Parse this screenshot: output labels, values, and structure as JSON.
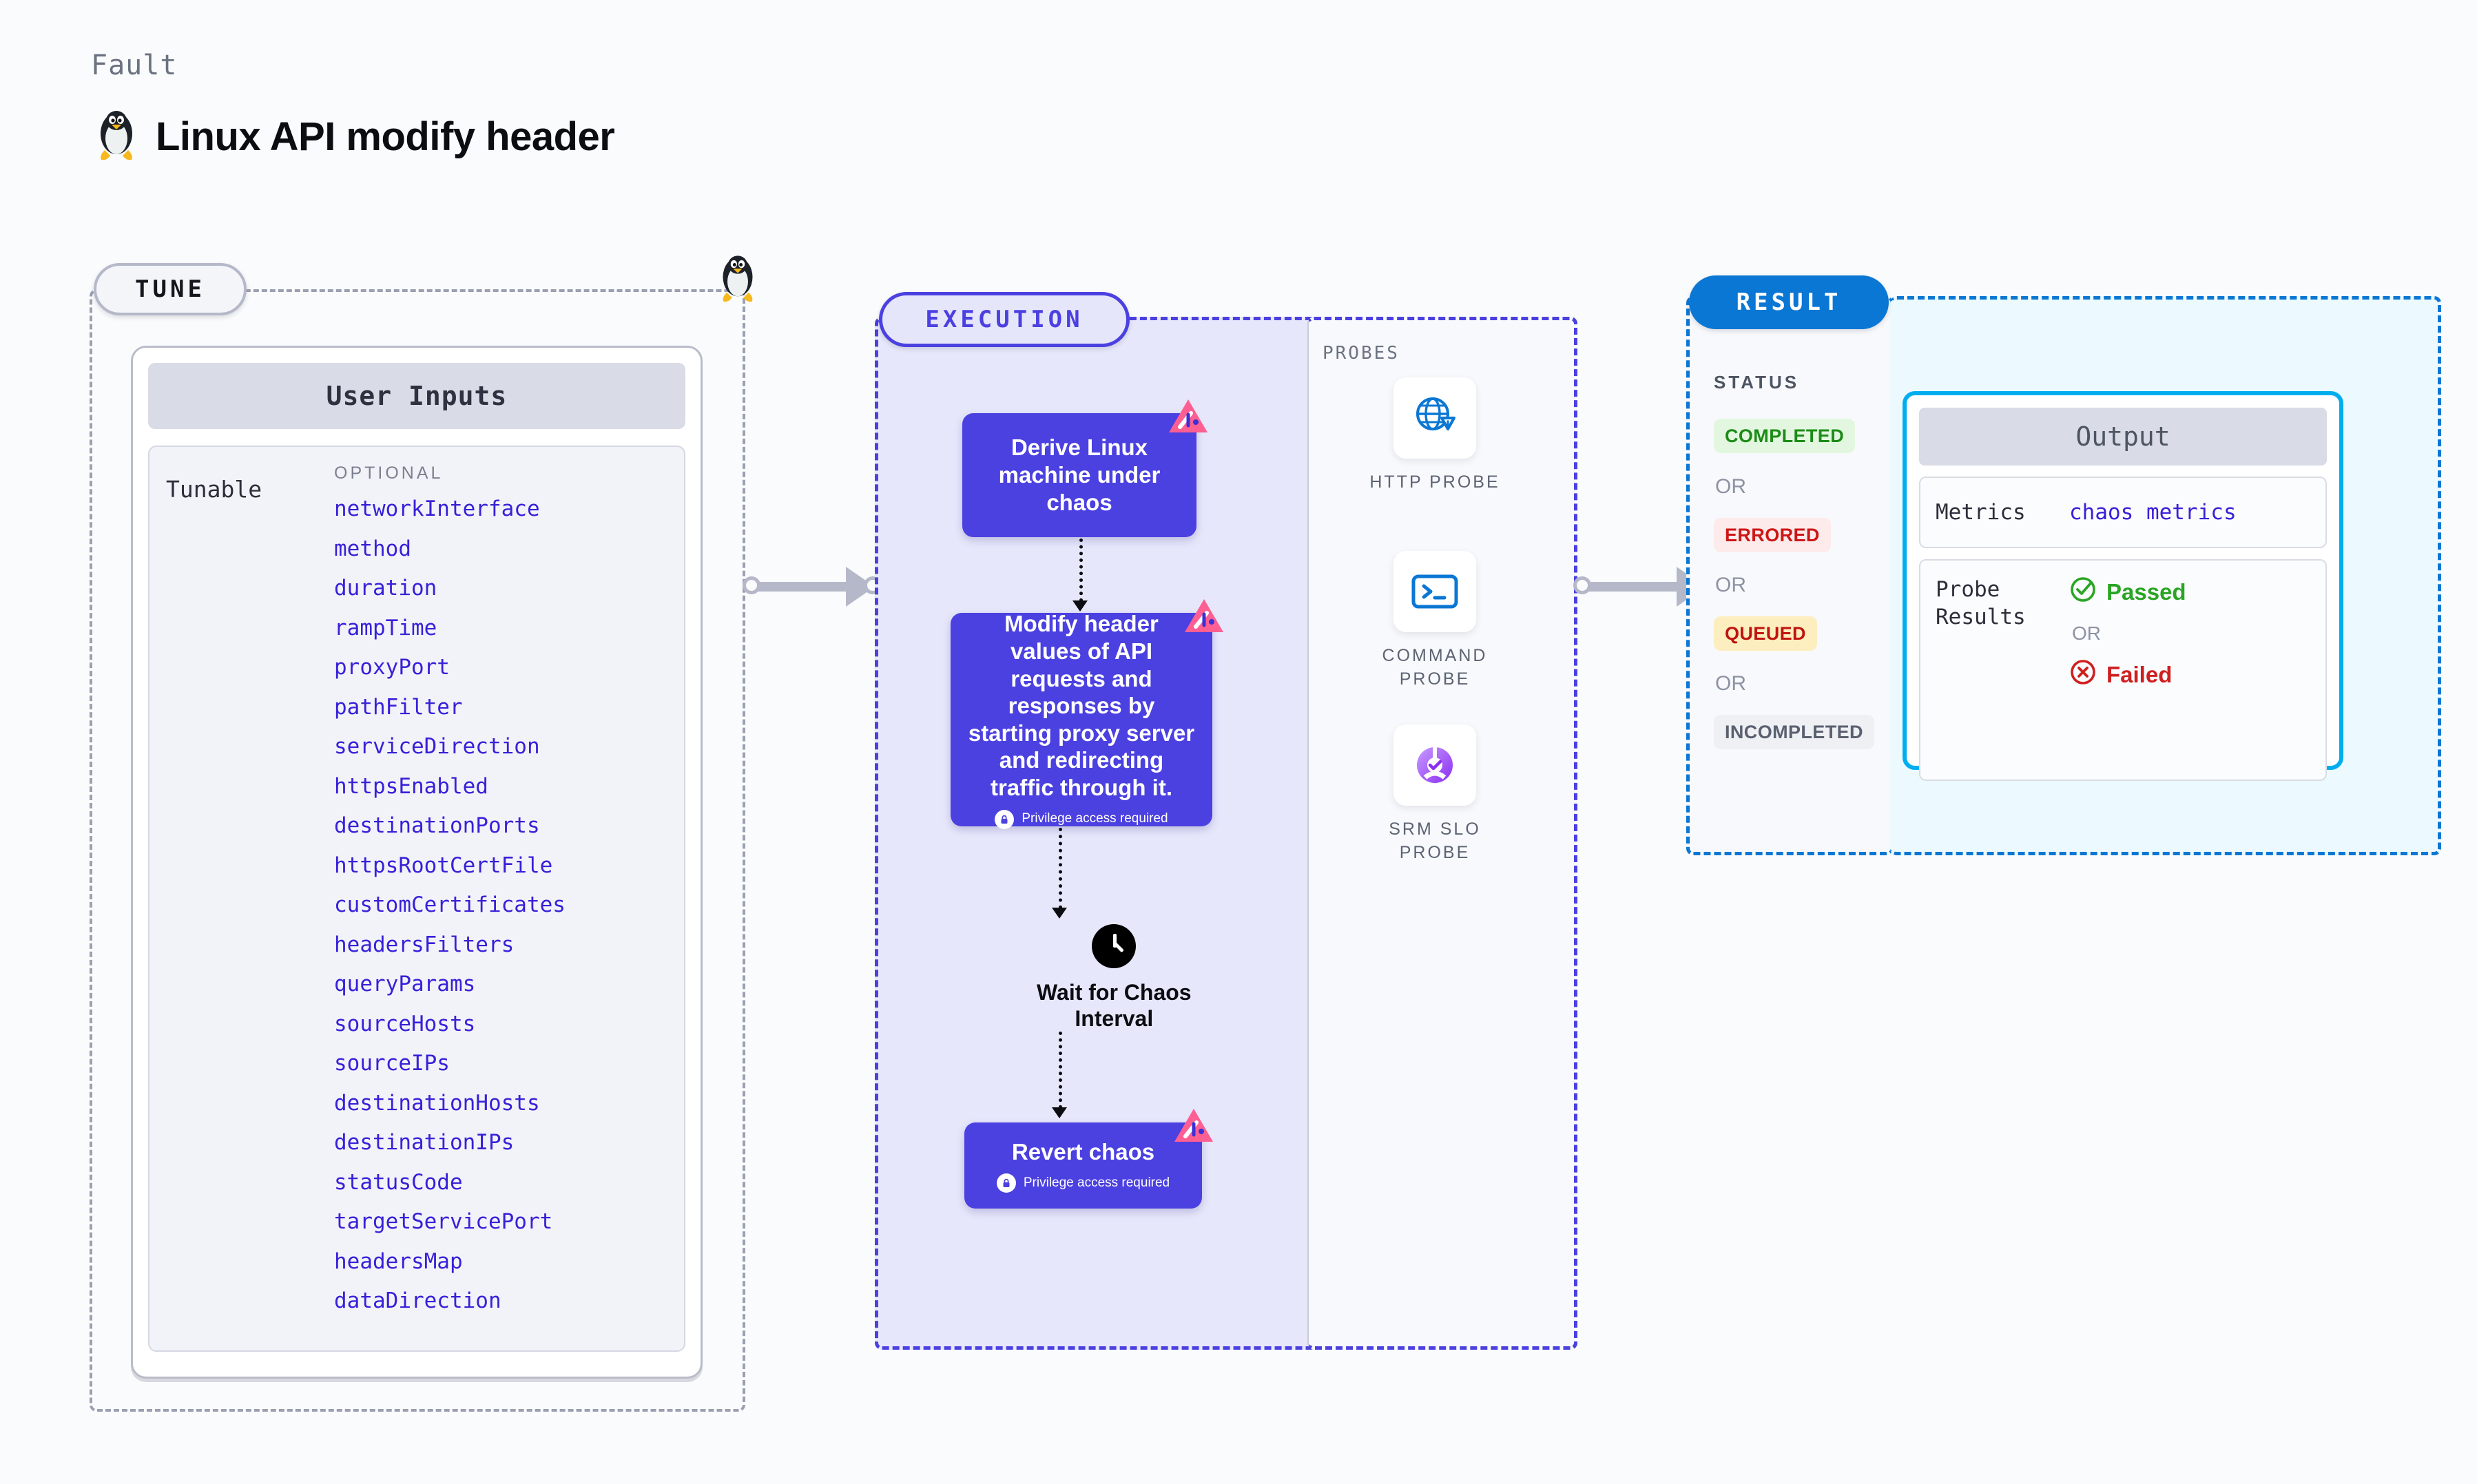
{
  "header": {
    "kicker": "Fault",
    "title": "Linux API modify header",
    "icon": "linux-penguin-icon"
  },
  "tune": {
    "badge": "TUNE",
    "card_title": "User Inputs",
    "group_label": "Tunable",
    "optional_label": "OPTIONAL",
    "inputs": [
      "networkInterface",
      "method",
      "duration",
      "rampTime",
      "proxyPort",
      "pathFilter",
      "serviceDirection",
      "httpsEnabled",
      "destinationPorts",
      "httpsRootCertFile",
      "customCertificates",
      "headersFilters",
      "queryParams",
      "sourceHosts",
      "sourceIPs",
      "destinationHosts",
      "destinationIPs",
      "statusCode",
      "targetServicePort",
      "headersMap",
      "dataDirection"
    ]
  },
  "execution": {
    "badge": "EXECUTION",
    "nodes": {
      "derive": {
        "label": "Derive Linux machine under chaos"
      },
      "modify": {
        "label": "Modify header values of API requests and responses by starting proxy server and redirecting traffic through it.",
        "privilege": "Privilege access required"
      },
      "wait": {
        "label": "Wait for Chaos\nInterval",
        "icon": "clock-icon"
      },
      "revert": {
        "label": "Revert chaos",
        "privilege": "Privilege access required"
      }
    }
  },
  "probes": {
    "title": "PROBES",
    "items": [
      {
        "label": "HTTP  PROBE",
        "icon": "globe-warning-icon"
      },
      {
        "label": "COMMAND\nPROBE",
        "icon": "terminal-icon"
      },
      {
        "label": "SRM  SLO\nPROBE",
        "icon": "srm-slo-donut-icon"
      }
    ]
  },
  "result": {
    "badge": "RESULT",
    "status_title": "STATUS",
    "or_label": "OR",
    "statuses": [
      {
        "label": "COMPLETED",
        "bg": "#e3f7e0",
        "fg": "#1c8c16"
      },
      {
        "label": "ERRORED",
        "bg": "#fdeaea",
        "fg": "#cc1616"
      },
      {
        "label": "QUEUED",
        "bg": "#fdeebf",
        "fg": "#c0140f"
      },
      {
        "label": "INCOMPLETED",
        "bg": "#eef0f4",
        "fg": "#5a6070"
      }
    ],
    "output": {
      "title": "Output",
      "metrics_key": "Metrics",
      "metrics_value": "chaos metrics",
      "probe_key": "Probe\nResults",
      "passed": "Passed",
      "failed": "Failed",
      "or_label": "OR"
    }
  },
  "colors": {
    "accent_purple": "#4b40e0",
    "accent_blue": "#0b77d4",
    "cyan_border": "#00aeef",
    "chaos_pink": "#fd5f92",
    "page_bg": "#fafbfc"
  }
}
